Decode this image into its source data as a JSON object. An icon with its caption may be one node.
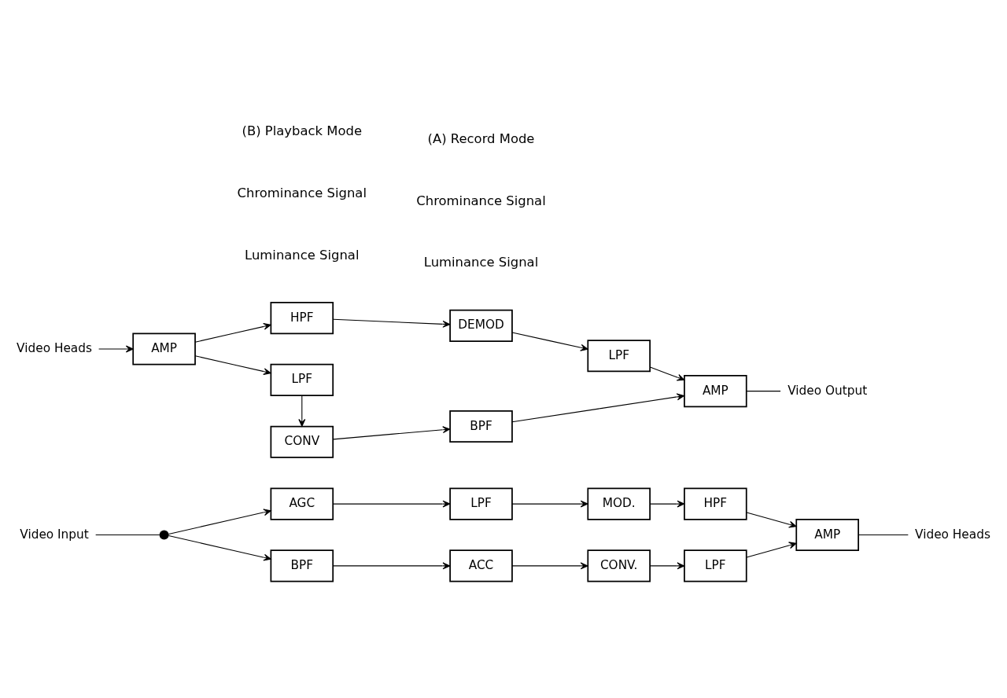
{
  "diagram": {
    "nodes": [
      {
        "text": [
          "Video Input"
        ]
      },
      {
        "text": [],
        "shape": "circle"
      },
      {
        "text": [
          "AGC"
        ]
      },
      {
        "text": [
          "LPF"
        ]
      },
      {
        "text": [
          "MOD."
        ]
      },
      {
        "text": [
          "HPF"
        ]
      },
      {
        "text": [
          "BPF"
        ]
      },
      {
        "text": [
          "ACC"
        ]
      },
      {
        "text": [
          "CONV."
        ]
      },
      {
        "text": [
          "LPF"
        ]
      },
      {
        "text": [
          "AMP"
        ]
      },
      {
        "text": [
          "Video Heads"
        ]
      },
      {
        "text": [
          "Video Heads"
        ]
      },
      {
        "text": [
          "AMP"
        ]
      },
      {
        "text": [
          "HPF"
        ]
      },
      {
        "text": [
          "DEMOD"
        ]
      },
      {
        "text": [
          "LPF"
        ]
      },
      {
        "text": [
          "LPF"
        ]
      },
      {
        "text": [
          "CONV"
        ]
      },
      {
        "text": [
          "BPF"
        ]
      },
      {
        "text": [
          "AMP"
        ]
      },
      {
        "text": [
          "Video Output"
        ]
      }
    ],
    "edges": [
      {
        "from": 0,
        "to": 1,
        "arrow": "none"
      },
      {
        "from": 1,
        "to": 2,
        "arrow": "to"
      },
      {
        "from": 1,
        "to": 6,
        "arrow": "to"
      },
      {
        "from": 2,
        "to": 3,
        "arrow": "to"
      },
      {
        "from": 3,
        "to": 4,
        "arrow": "to"
      },
      {
        "from": 4,
        "to": 5,
        "arrow": "to"
      },
      {
        "from": 5,
        "to": 10,
        "arrow": "to"
      },
      {
        "from": 6,
        "to": 7,
        "arrow": "to"
      },
      {
        "from": 7,
        "to": 8,
        "arrow": "to"
      },
      {
        "from": 8,
        "to": 9,
        "arrow": "to"
      },
      {
        "from": 9,
        "to": 10,
        "arrow": "to"
      },
      {
        "from": 10,
        "to": 11,
        "arrow": "none"
      },
      {
        "from": 12,
        "to": 13,
        "arrow": "to"
      },
      {
        "from": 13,
        "to": 14,
        "arrow": "to"
      },
      {
        "from": 13,
        "to": 17,
        "arrow": "to"
      },
      {
        "from": 14,
        "to": 15,
        "arrow": "to"
      },
      {
        "from": 15,
        "to": 16,
        "arrow": "to"
      },
      {
        "from": 16,
        "to": 20,
        "arrow": "to"
      },
      {
        "from": 17,
        "to": 18,
        "arrow": "to"
      },
      {
        "from": 18,
        "to": 19,
        "arrow": "to"
      },
      {
        "from": 19,
        "to": 20,
        "arrow": "to"
      },
      {
        "from": 20,
        "to": 21,
        "arrow": "none"
      }
    ],
    "labels": [
      "Luminance Signal",
      "Chrominance Signal",
      "(A) Record Mode",
      "Luminance Signal",
      "Chrominance Signal",
      "(B) Playback Mode"
    ]
  }
}
